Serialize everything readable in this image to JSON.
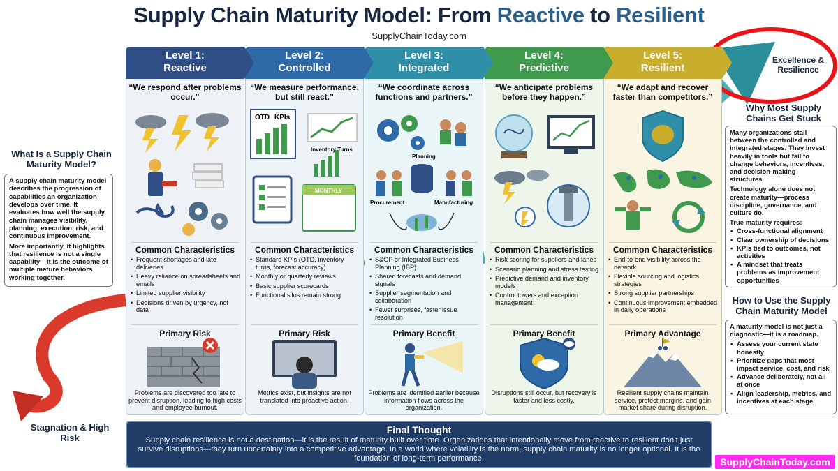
{
  "header": {
    "title_main": "Supply Chain Maturity Model: From ",
    "title_word1": "Reactive",
    "title_mid": " to ",
    "title_word2": "Resilient",
    "subtitle": "SupplyChainToday.com"
  },
  "left": {
    "heading": "What Is a Supply Chain Maturity Model?",
    "p1": "A supply chain maturity model describes the progression of capabilities an organization develops over time. It evaluates how well the supply chain manages visibility, planning, execution, risk, and continuous improvement.",
    "p2": "More importantly, it highlights that resilience is not a single capability—it is the outcome of multiple mature behaviors working together.",
    "bottom_label": "Stagnation & High Risk"
  },
  "right": {
    "top_label": "Excellence & Resilience",
    "stuck_heading": "Why Most Supply Chains Get Stuck",
    "stuck_p1": "Many organizations stall between the controlled and integrated stages. They invest heavily in tools but fail to change behaviors, incentives, and decision-making structures.",
    "stuck_p2": "Technology alone does not create maturity—process discipline, governance, and culture do.",
    "stuck_p3": "True maturity requires:",
    "stuck_items": [
      "Cross-functional alignment",
      "Clear ownership of decisions",
      "KPIs tied to outcomes, not activities",
      "A mindset that treats problems as improvement opportunities"
    ],
    "use_heading": "How to Use the Supply Chain Maturity Model",
    "use_p1": "A maturity model is not just a diagnostic—it is a roadmap.",
    "use_items": [
      "Assess your current state honestly",
      "Prioritize gaps that most impact service, cost, and risk",
      "Advance deliberately, not all at once",
      "Align leadership, metrics, and incentives at each stage"
    ]
  },
  "levels": [
    {
      "title": "Level 1:",
      "name": "Reactive",
      "quote": "“We respond after problems occur.”",
      "char_heading": "Common Characteristics",
      "chars": [
        "Frequent shortages and late deliveries",
        "Heavy reliance on spreadsheets and emails",
        "Limited supplier visibility",
        "Decisions driven by urgency, not data"
      ],
      "risk_heading": "Primary Risk",
      "risk_text": "Problems are discovered too late to prevent disruption, leading to high costs and employee burnout.",
      "color": "#2f4f86",
      "body": "#eef1f6"
    },
    {
      "title": "Level 2:",
      "name": "Controlled",
      "quote": "“We measure performance, but still react.”",
      "char_heading": "Common Characteristics",
      "chars": [
        "Standard KPIs (OTD, inventory turns, forecast accuracy)",
        "Monthly or quarterly reviews",
        "Basic supplier scorecards",
        "Functional silos remain strong"
      ],
      "risk_heading": "Primary Risk",
      "risk_text": "Metrics exist, but insights are not translated into proactive action.",
      "color": "#2f6aa8",
      "body": "#eef3f8",
      "illus_labels": {
        "otd": "OTD",
        "kpis": "KPIs",
        "inv": "Inventory Turns",
        "monthly": "MONTHLY"
      }
    },
    {
      "title": "Level 3:",
      "name": "Integrated",
      "quote": "“We coordinate across functions and partners.”",
      "char_heading": "Common Characteristics",
      "chars": [
        "S&OP or Integrated Business Planning (IBP)",
        "Shared forecasts and demand signals",
        "Supplier segmentation and collaboration",
        "Fewer surprises, faster issue resolution"
      ],
      "risk_heading": "Primary Benefit",
      "risk_text": "Problems are identified earlier because information flows across the organization.",
      "color": "#2f8fa8",
      "body": "#eaf5f7",
      "illus_labels": {
        "planning": "Planning",
        "procurement": "Procurement",
        "manufacturing": "Manufacturing"
      }
    },
    {
      "title": "Level 4:",
      "name": "Predictive",
      "quote": "“We anticipate problems before they happen.”",
      "char_heading": "Common Characteristics",
      "chars": [
        "Risk scoring for suppliers and lanes",
        "Scenario planning and stress testing",
        "Predictive demand and inventory models",
        "Control towers and exception management"
      ],
      "risk_heading": "Primary Benefit",
      "risk_text": "Disruptions still occur, but recovery is faster and less costly.",
      "color": "#3f9a4e",
      "body": "#eef6ec"
    },
    {
      "title": "Level 5:",
      "name": "Resilient",
      "quote": "“We adapt and recover faster than competitors.”",
      "char_heading": "Common Characteristics",
      "chars": [
        "End-to-end visibility across the network",
        "Flexible sourcing and logistics strategies",
        "Strong supplier partnerships",
        "Continuous improvement embedded in daily operations"
      ],
      "risk_heading": "Primary Advantage",
      "risk_text": "Resilient supply chains maintain service, protect margins, and gain market share during disruption.",
      "color": "#c9ad2c",
      "body": "#f9f5e2"
    }
  ],
  "final": {
    "heading": "Final Thought",
    "text": "Supply chain resilience is not a destination—it is the result of maturity built over time. Organizations that intentionally move from reactive to resilient don’t just survive disruptions—they turn uncertainty into a competitive advantage. In a world where volatility is the norm, supply chain maturity is no longer optional. It is the foundation of long-term performance."
  },
  "badge": "SupplyChainToday.com",
  "colors": {
    "navy": "#16263f",
    "accent": "#2b5f8a",
    "red_arrow": "#d93a2b",
    "teal_arrow": "#2fa3a8",
    "badge": "#ff2cf0",
    "circle": "#e8141a"
  }
}
